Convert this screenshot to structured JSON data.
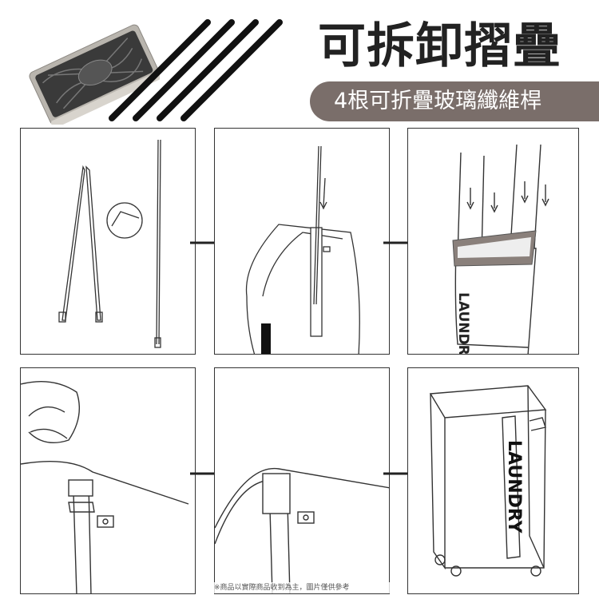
{
  "header": {
    "title": "可拆卸摺疊",
    "subtitle": "4根可折疊玻璃纖維桿"
  },
  "product": {
    "label": "LAUNDRY"
  },
  "footnote": "※商品以實際商品收到為主，圖片僅供參考",
  "colors": {
    "pill": "#7a6e6a",
    "border": "#333333",
    "rim": "#8a807b"
  },
  "icons": {
    "arrow": "arrow-right-icon"
  }
}
